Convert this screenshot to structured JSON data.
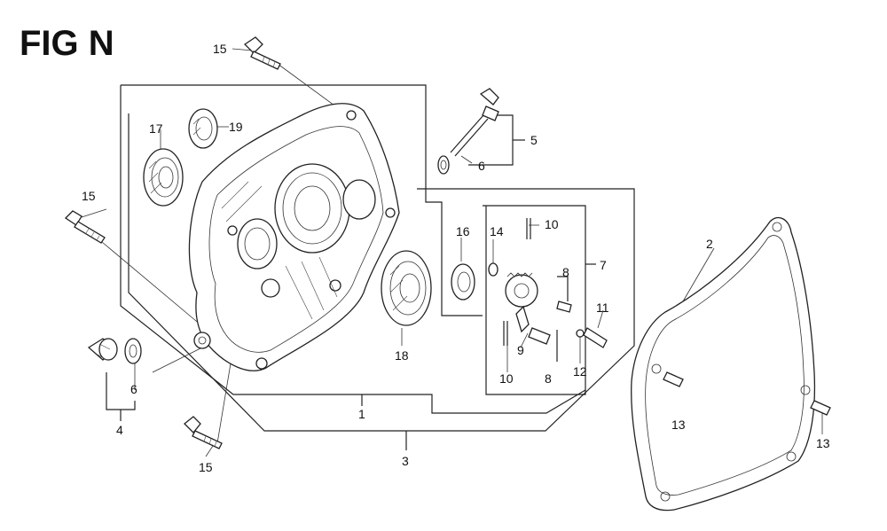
{
  "title": "FIG N",
  "callouts": {
    "c15a": "15",
    "c19": "19",
    "c17": "17",
    "c5": "5",
    "c6a": "6",
    "c15b": "15",
    "c16": "16",
    "c14": "14",
    "c10a": "10",
    "c7": "7",
    "c8a": "8",
    "c2": "2",
    "c11": "11",
    "c9": "9",
    "c18": "18",
    "c10b": "10",
    "c8b": "8",
    "c12": "12",
    "c6b": "6",
    "c4": "4",
    "c1": "1",
    "c13a": "13",
    "c13b": "13",
    "c3": "3",
    "c15c": "15"
  }
}
